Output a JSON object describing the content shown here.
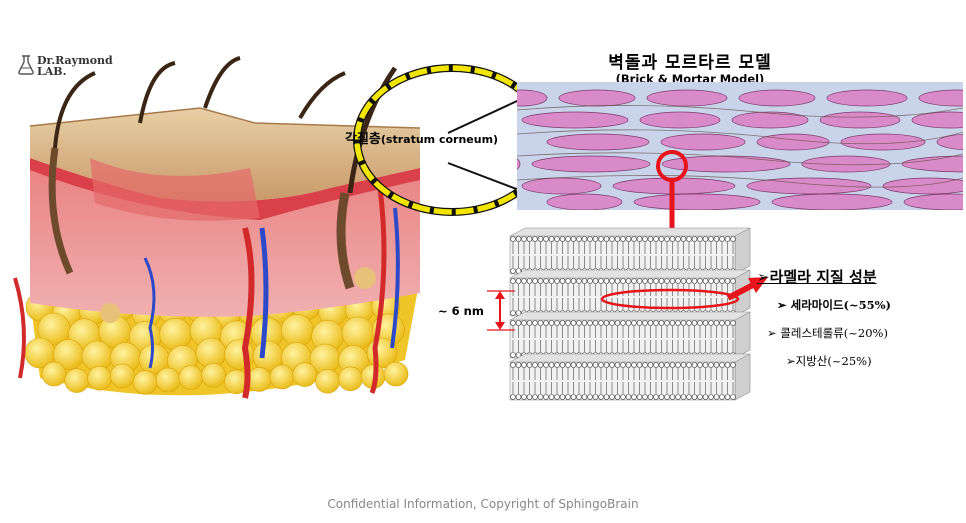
{
  "logo": {
    "line1": "Dr.Raymond",
    "line2": "LAB.",
    "icon": "flask-icon"
  },
  "brick_model": {
    "title": "벽돌과 모르타르 모델",
    "subtitle": "(Brick & Mortar Model)"
  },
  "stratum_label": {
    "ko": "각질층",
    "en": "(stratum corneum)"
  },
  "thickness_label": "~ 6 nm",
  "lamellar": {
    "title": "라멜라 지질 성분",
    "components": [
      {
        "label": "세라마이드(~55%)"
      },
      {
        "label": "콜레스테롤류(~20%)"
      },
      {
        "label": "지방산(~25%)"
      }
    ]
  },
  "footer": "Confidential Information, Copyright of SphingoBrain",
  "colors": {
    "highlight_ring": "#f2e600",
    "callout_red": "#e8141b",
    "skin_pink": "#e58a8a",
    "fat_yellow": "#f5cd1a",
    "corneocyte": "#d98ac8",
    "mortar_bg": "#c9d3ea"
  }
}
